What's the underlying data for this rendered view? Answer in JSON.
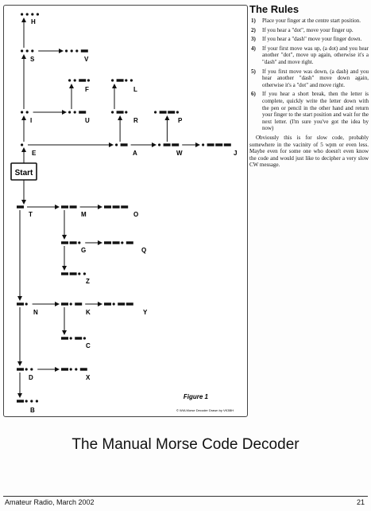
{
  "diagram": {
    "start_label": "Start",
    "figure_label": "Figure 1",
    "credit": "© WIA Morse Decoder   Drawn by VK3BH",
    "letters": [
      {
        "id": "H",
        "label": "H",
        "code": "...."
      },
      {
        "id": "S",
        "label": "S",
        "code": "..."
      },
      {
        "id": "V",
        "label": "V",
        "code": "...-"
      },
      {
        "id": "F",
        "label": "F",
        "code": "..-."
      },
      {
        "id": "L",
        "label": "L",
        "code": ".-.."
      },
      {
        "id": "I",
        "label": "I",
        "code": ".."
      },
      {
        "id": "U",
        "label": "U",
        "code": "..-"
      },
      {
        "id": "R",
        "label": "R",
        "code": ".-."
      },
      {
        "id": "P",
        "label": "P",
        "code": ".--."
      },
      {
        "id": "E",
        "label": "E",
        "code": "."
      },
      {
        "id": "A",
        "label": "A",
        "code": ".-"
      },
      {
        "id": "W",
        "label": "W",
        "code": ".--"
      },
      {
        "id": "J",
        "label": "J",
        "code": ".---"
      },
      {
        "id": "T",
        "label": "T",
        "code": "-"
      },
      {
        "id": "M",
        "label": "M",
        "code": "--"
      },
      {
        "id": "O",
        "label": "O",
        "code": "---"
      },
      {
        "id": "G",
        "label": "G",
        "code": "--."
      },
      {
        "id": "Q",
        "label": "Q",
        "code": "--.-"
      },
      {
        "id": "Z",
        "label": "Z",
        "code": "--.."
      },
      {
        "id": "N",
        "label": "N",
        "code": "-."
      },
      {
        "id": "K",
        "label": "K",
        "code": "-.-"
      },
      {
        "id": "Y",
        "label": "Y",
        "code": "-.--"
      },
      {
        "id": "C",
        "label": "C",
        "code": "-.-."
      },
      {
        "id": "D",
        "label": "D",
        "code": "-.."
      },
      {
        "id": "X",
        "label": "X",
        "code": "-..-"
      },
      {
        "id": "B",
        "label": "B",
        "code": "-..."
      }
    ],
    "edges": [
      [
        "start",
        "E"
      ],
      [
        "E",
        "I"
      ],
      [
        "I",
        "S"
      ],
      [
        "S",
        "H"
      ],
      [
        "S",
        "V"
      ],
      [
        "I",
        "U"
      ],
      [
        "U",
        "F"
      ],
      [
        "E",
        "A"
      ],
      [
        "A",
        "R"
      ],
      [
        "R",
        "L"
      ],
      [
        "A",
        "W"
      ],
      [
        "W",
        "P"
      ],
      [
        "W",
        "J"
      ],
      [
        "start",
        "T"
      ],
      [
        "T",
        "M"
      ],
      [
        "M",
        "O"
      ],
      [
        "M",
        "G"
      ],
      [
        "G",
        "Q"
      ],
      [
        "G",
        "Z"
      ],
      [
        "T",
        "N"
      ],
      [
        "N",
        "K"
      ],
      [
        "K",
        "Y"
      ],
      [
        "K",
        "C"
      ],
      [
        "N",
        "D"
      ],
      [
        "D",
        "X"
      ],
      [
        "D",
        "B"
      ]
    ]
  },
  "rules": {
    "title": "The Rules",
    "items": [
      {
        "num": "1)",
        "text": "Place your finger at the centre start position."
      },
      {
        "num": "2)",
        "text": "If you hear a \"dot\", move your finger up."
      },
      {
        "num": "3)",
        "text": "If you hear a \"dash\" move your finger down."
      },
      {
        "num": "4)",
        "text": "If your first move was up, (a dot) and you hear another \"dot\", move up again, otherwise it's a \"dash\" and move right."
      },
      {
        "num": "5)",
        "text": "If you first move was down, (a dash) and you hear another \"dash\" move down again, otherwise it's a \"dot\" and move right."
      },
      {
        "num": "6)",
        "text": "If you hear a short break, then the letter is complete, quickly write the letter down with the pen or pencil in the other hand and return your finger to the start position and wait for the next letter. (I'm sure you've got the idea by now)"
      }
    ],
    "note": "Obviously this is for slow code, probably somewhere in the vacinity of 5 wpm or even less. Maybe even for some one who doesn't even know the code and would just like to decipher a very slow CW message."
  },
  "caption": "The Manual Morse Code Decoder",
  "footer": {
    "left": "Amateur Radio, March 2002",
    "right": "21"
  }
}
